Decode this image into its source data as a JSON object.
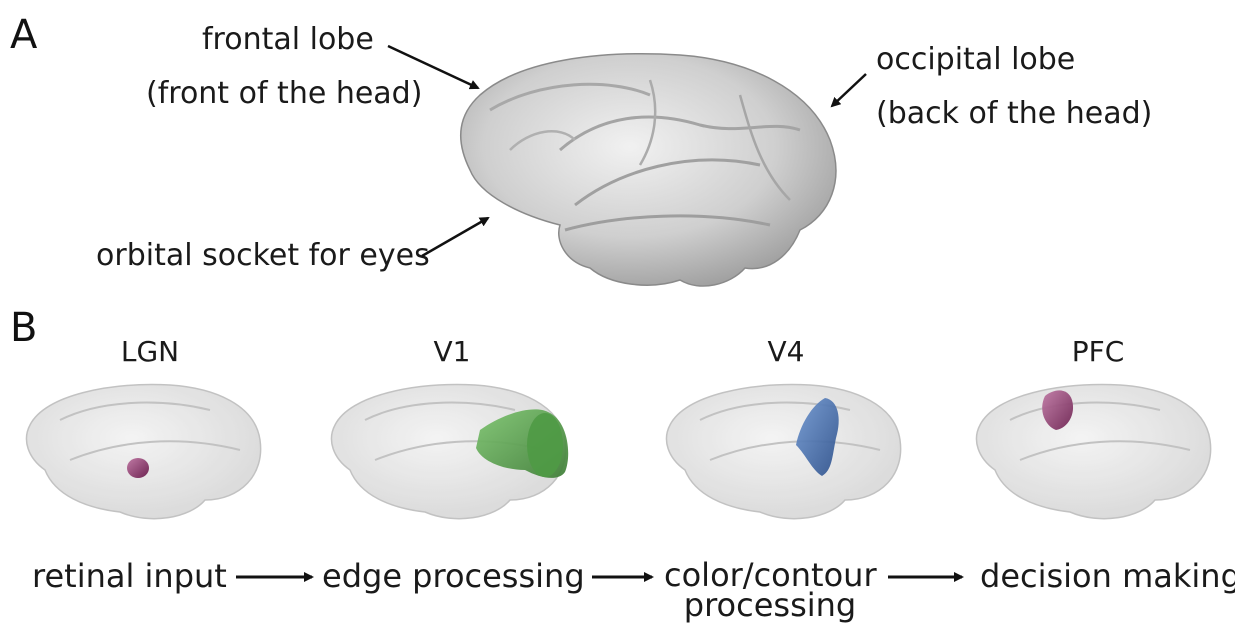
{
  "panel_a": {
    "letter": "A",
    "labels": {
      "frontal_line1": "frontal lobe",
      "frontal_line2": "(front of the head)",
      "occipital_line1": "occipital lobe",
      "occipital_line2": "(back of the head)",
      "orbital": "orbital socket for eyes"
    }
  },
  "panel_b": {
    "letter": "B",
    "regions": [
      {
        "name": "LGN",
        "function": "retinal input",
        "color": "#8a2e5e"
      },
      {
        "name": "V1",
        "function": "edge processing",
        "color": "#4f9a45"
      },
      {
        "name": "V4",
        "function": "color/contour",
        "function_line2": "processing",
        "color": "#3b67a8"
      },
      {
        "name": "PFC",
        "function": "decision making",
        "color": "#8a2e6e"
      }
    ]
  }
}
